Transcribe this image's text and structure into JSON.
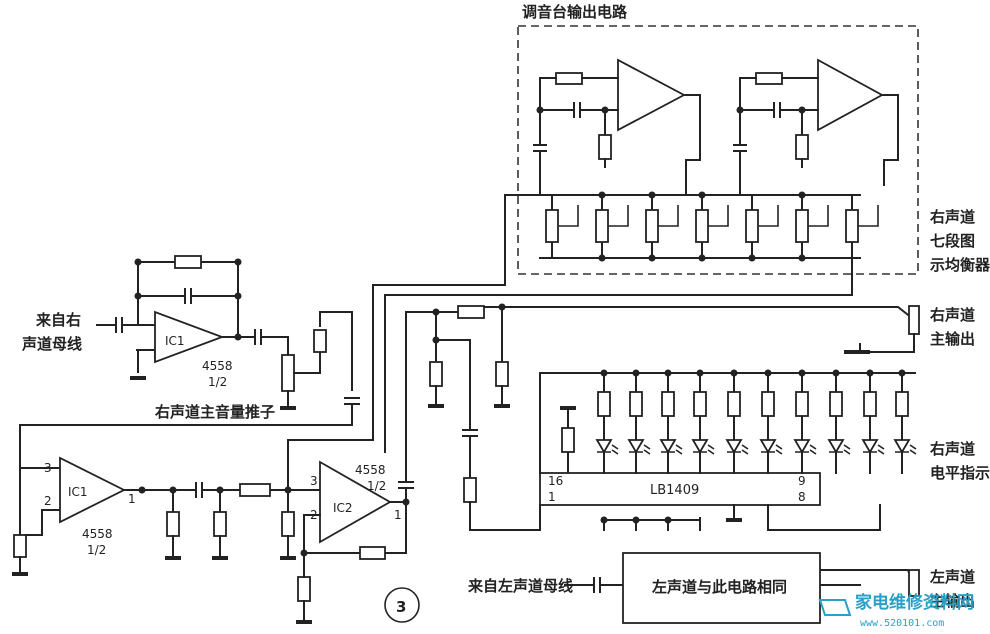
{
  "labels": {
    "mixer_output": "调音台输出电路",
    "eq_line1": "右声道",
    "eq_line2": "七段图",
    "eq_line3": "示均衡器",
    "from_right_line1": "来自右",
    "from_right_line2": "声道母线",
    "fader": "右声道主音量推子",
    "main_out_line1": "右声道",
    "main_out_line2": "主输出",
    "level_line1": "右声道",
    "level_line2": "电平指示",
    "from_left": "来自左声道母线",
    "left_same": "左声道与此电路相同",
    "left_out_line1": "左声道",
    "left_out_line2": "主输出",
    "figure_number": "3"
  },
  "components": {
    "ic1_top_name": "IC1",
    "ic1_top_part": "4558",
    "ic1_top_half": "1/2",
    "ic1_bot_name": "IC1",
    "ic1_bot_part": "4558",
    "ic1_bot_half": "1/2",
    "ic2_name": "IC2",
    "ic2_part": "4558",
    "ic2_half": "1/2",
    "lb1409": "LB1409"
  },
  "pins": {
    "ic1_p3": "3",
    "ic1_p2": "2",
    "ic1_p1": "1",
    "ic2_p3": "3",
    "ic2_p2": "2",
    "ic2_p1": "1",
    "lb_16": "16",
    "lb_1": "1",
    "lb_9": "9",
    "lb_8": "8"
  },
  "watermark": {
    "site_name": "家电维修资料网",
    "url": "www.520101.com"
  }
}
